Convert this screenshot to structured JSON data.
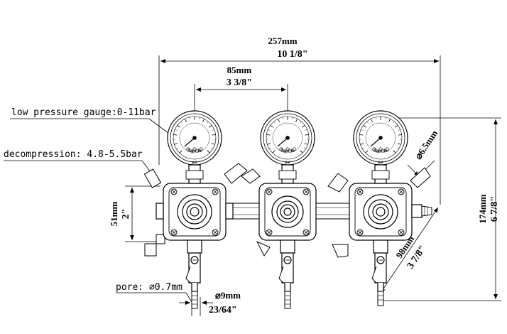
{
  "annotations": {
    "low_pressure_gauge": "low pressure gauge:0-11bar",
    "decompression": "decompression: 4.8-5.5bar",
    "pore": "pore: ⌀0.7mm"
  },
  "dimensions": {
    "overall_width_mm": "257mm",
    "overall_width_in": "10 1/8\"",
    "spacing_mm": "85mm",
    "spacing_in": "3 3/8\"",
    "body_height_mm": "51mm",
    "body_height_in": "2\"",
    "overall_height_mm": "174mm",
    "overall_height_in": "6 7/8\"",
    "diagonal_mm": "98mm",
    "diagonal_in": "3 7/8\"",
    "gauge_dia": "⌀6.5mm",
    "outlet_mm": "⌀9mm",
    "outlet_in": "23/64\""
  },
  "gauge_face": {
    "brand": "Taprite",
    "unit": "psi"
  }
}
